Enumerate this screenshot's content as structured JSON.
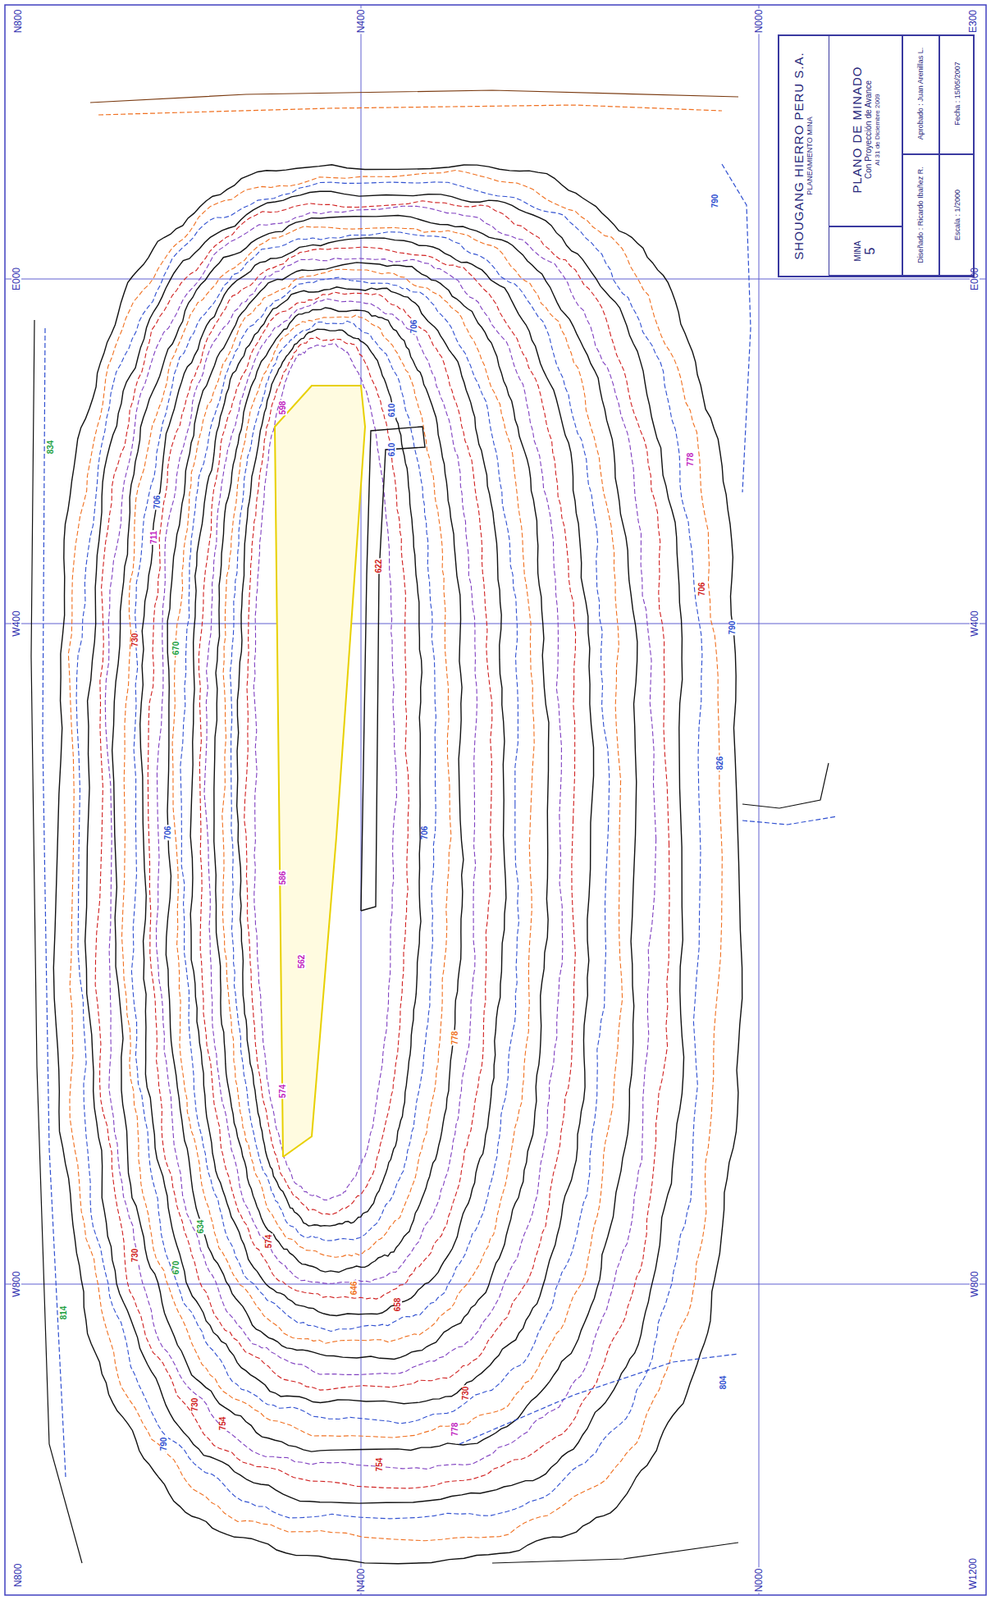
{
  "diagram": {
    "nodes": [
      {
        "text": [
          "SHOUGANG HIERRO PERU S.A.",
          "PLANEAMIENTO MINA"
        ]
      },
      {
        "text": [
          "MINA",
          "5"
        ],
        "in": 0
      },
      {
        "text": [
          "PLANO DE MINADO",
          "Con Proyección de Avance",
          "Al 31 de Diciembre 2009"
        ],
        "in": 0
      },
      {
        "text": [
          "Diseñado : Ricardo Ibañez R."
        ],
        "in": 0
      },
      {
        "text": [
          "Aprobado : Juan Arenillas L."
        ],
        "in": 0
      },
      {
        "text": [
          "Escala : 1/2000"
        ],
        "in": 0
      },
      {
        "text": [
          "Fecha : 15/05/2007"
        ],
        "in": 0
      }
    ],
    "labels": [
      "N800",
      "N400",
      "N000",
      "E300",
      "E000",
      "E000",
      "W400",
      "W400",
      "W800",
      "W800",
      "N800",
      "N400",
      "N000",
      "W1200",
      "706",
      "711",
      "706",
      "730",
      "670",
      "706",
      "598",
      "610",
      "610",
      "622",
      "706",
      "778",
      "586",
      "562",
      "574",
      "574",
      "730",
      "670",
      "634",
      "646",
      "658",
      "730",
      "754",
      "790",
      "754",
      "778",
      "730",
      "814",
      "790",
      "778",
      "790",
      "706",
      "826",
      "804",
      "834"
    ]
  }
}
